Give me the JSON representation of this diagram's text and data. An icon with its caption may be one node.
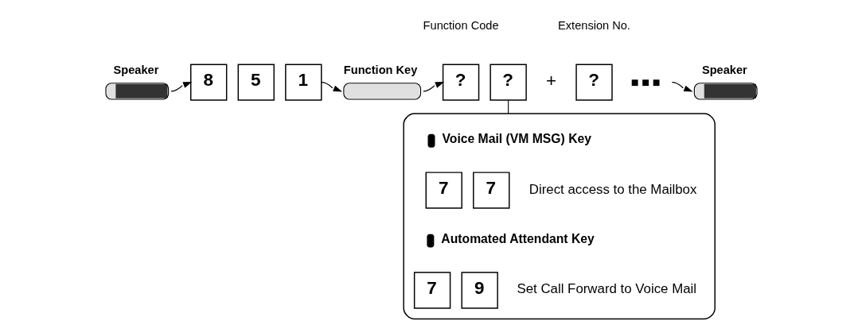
{
  "diagram": {
    "nodes": [
      {
        "text": [
          "Speaker"
        ]
      },
      {
        "text": [
          "8"
        ]
      },
      {
        "text": [
          "5"
        ]
      },
      {
        "text": [
          "1"
        ]
      },
      {
        "text": [
          "Function Key"
        ]
      },
      {
        "text": [
          "?"
        ]
      },
      {
        "text": [
          "?"
        ]
      },
      {
        "text": [
          "?"
        ],
        "beside": [
          "Extension No."
        ]
      },
      {
        "text": [],
        "shape": "ellipsis"
      },
      {
        "text": [
          "Speaker"
        ]
      },
      {
        "text": [],
        "shape": "callout"
      },
      {
        "text": [
          "7"
        ],
        "in": 10
      },
      {
        "text": [
          "7"
        ],
        "in": 10
      },
      {
        "text": [
          "7"
        ],
        "in": 10
      },
      {
        "text": [
          "9"
        ],
        "in": 10
      }
    ],
    "edges": [
      {
        "from": 0,
        "to": 1,
        "arrow": "to"
      },
      {
        "from": 3,
        "to": 4,
        "arrow": "to"
      },
      {
        "from": 4,
        "to": 5,
        "arrow": "to"
      },
      {
        "from": 8,
        "to": 9,
        "arrow": "to"
      },
      {
        "from": 10,
        "to": 6,
        "arrow": "none"
      }
    ],
    "labels": [
      "Function Code",
      "+",
      "Voice Mail (VM MSG) Key",
      "Direct access to the Mailbox",
      "Automated Attendant Key",
      "Set Call Forward to Voice Mail"
    ]
  }
}
